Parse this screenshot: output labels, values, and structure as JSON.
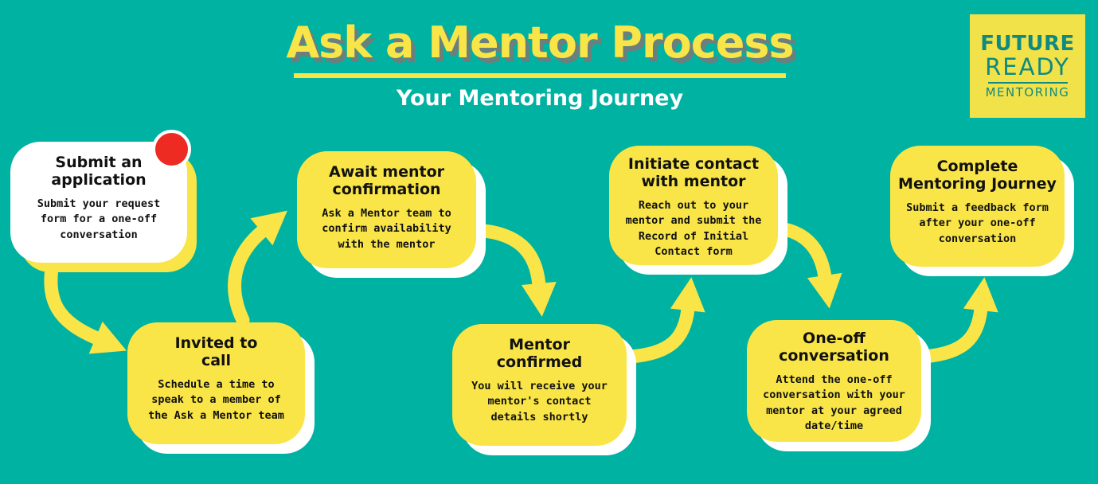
{
  "header": {
    "title": "Ask a Mentor Process",
    "subtitle": "Your Mentoring Journey"
  },
  "logo": {
    "line1": "FUTURE",
    "line2": "READY",
    "line3": "MENTORING"
  },
  "steps": [
    {
      "title": "Submit an\napplication",
      "body": "Submit your request\nform for a one-off\nconversation"
    },
    {
      "title": "Invited to\ncall",
      "body": "Schedule a time to\nspeak to a member of\nthe Ask a Mentor team"
    },
    {
      "title": "Await mentor\nconfirmation",
      "body": "Ask a Mentor team to\nconfirm availability\nwith the mentor"
    },
    {
      "title": "Mentor\nconfirmed",
      "body": "You will receive your\nmentor's contact\ndetails shortly"
    },
    {
      "title": "Initiate contact\nwith mentor",
      "body": "Reach out to your\nmentor and submit the\nRecord of Initial\nContact form"
    },
    {
      "title": "One-off\nconversation",
      "body": "Attend the one-off\nconversation with your\nmentor at your agreed\ndate/time"
    },
    {
      "title": "Complete\nMentoring Journey",
      "body": "Submit a feedback form\nafter your one-off\nconversation"
    }
  ],
  "colors": {
    "background_teal": "#00b2a2",
    "accent_yellow": "#f9e547",
    "title_shadow_gray": "#6b807c",
    "subtitle_white": "#ffffff",
    "step_text_black": "#111111",
    "badge_red": "#ee2b23",
    "logo_background": "#f2e24a",
    "logo_teal": "#0f8a80"
  }
}
